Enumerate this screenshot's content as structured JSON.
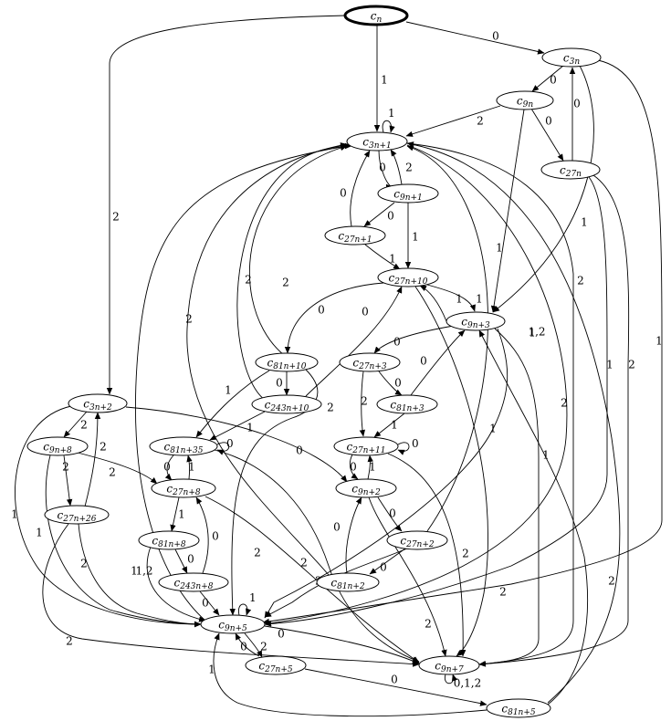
{
  "colors": {
    "stroke": "#000000",
    "background": "#ffffff"
  },
  "nodes": [
    {
      "id": "cn",
      "label": "c",
      "sub": "n"
    },
    {
      "id": "c3n",
      "label": "c",
      "sub": "3n"
    },
    {
      "id": "c9n",
      "label": "c",
      "sub": "9n"
    },
    {
      "id": "c27n",
      "label": "c",
      "sub": "27n"
    },
    {
      "id": "c3n1",
      "label": "c",
      "sub": "3n+1"
    },
    {
      "id": "c9n1",
      "label": "c",
      "sub": "9n+1"
    },
    {
      "id": "c27n1",
      "label": "c",
      "sub": "27n+1"
    },
    {
      "id": "c27n10",
      "label": "c",
      "sub": "27n+10"
    },
    {
      "id": "c9n3",
      "label": "c",
      "sub": "9n+3"
    },
    {
      "id": "c81n10",
      "label": "c",
      "sub": "81n+10"
    },
    {
      "id": "c27n3",
      "label": "c",
      "sub": "27n+3"
    },
    {
      "id": "c243n10",
      "label": "c",
      "sub": "243n+10"
    },
    {
      "id": "c81n3",
      "label": "c",
      "sub": "81n+3"
    },
    {
      "id": "c3n2",
      "label": "c",
      "sub": "3n+2"
    },
    {
      "id": "c9n8",
      "label": "c",
      "sub": "9n+8"
    },
    {
      "id": "c81n35",
      "label": "c",
      "sub": "81n+35"
    },
    {
      "id": "c27n11",
      "label": "c",
      "sub": "27n+11"
    },
    {
      "id": "c27n8",
      "label": "c",
      "sub": "27n+8"
    },
    {
      "id": "c9n2",
      "label": "c",
      "sub": "9n+2"
    },
    {
      "id": "c27n26",
      "label": "c",
      "sub": "27n+26"
    },
    {
      "id": "c81n8",
      "label": "c",
      "sub": "81n+8"
    },
    {
      "id": "c27n2",
      "label": "c",
      "sub": "27n+2"
    },
    {
      "id": "c243n8",
      "label": "c",
      "sub": "243n+8"
    },
    {
      "id": "c81n2",
      "label": "c",
      "sub": "81n+2"
    },
    {
      "id": "c9n5",
      "label": "c",
      "sub": "9n+5"
    },
    {
      "id": "c27n5",
      "label": "c",
      "sub": "27n+5"
    },
    {
      "id": "c9n7",
      "label": "c",
      "sub": "9n+7"
    },
    {
      "id": "c81n5",
      "label": "c",
      "sub": "81n+5"
    }
  ],
  "edge_labels": [
    "0",
    "1",
    "2",
    "0",
    "2",
    "0",
    "0",
    "1",
    "1",
    "1",
    "0",
    "2",
    "0",
    "1",
    "0",
    "1",
    "0",
    "0",
    "2",
    "2",
    "1",
    "1",
    "0",
    "0",
    "2",
    "0",
    "1",
    "0",
    "1",
    "1",
    "1,2",
    "0",
    "1",
    "2",
    "1",
    "0",
    "2",
    "2",
    "2",
    "2",
    "1",
    "1",
    "2",
    "2",
    "0",
    "1",
    "1",
    "2",
    "2",
    "0",
    "0",
    "1",
    "0",
    "1,2",
    "0",
    "1",
    "2",
    "0",
    "0",
    "2",
    "2",
    "2",
    "0",
    "0",
    "2",
    "0,1,2",
    "0",
    "1",
    "2",
    "2",
    "2",
    "1",
    "2",
    "1",
    "2"
  ]
}
